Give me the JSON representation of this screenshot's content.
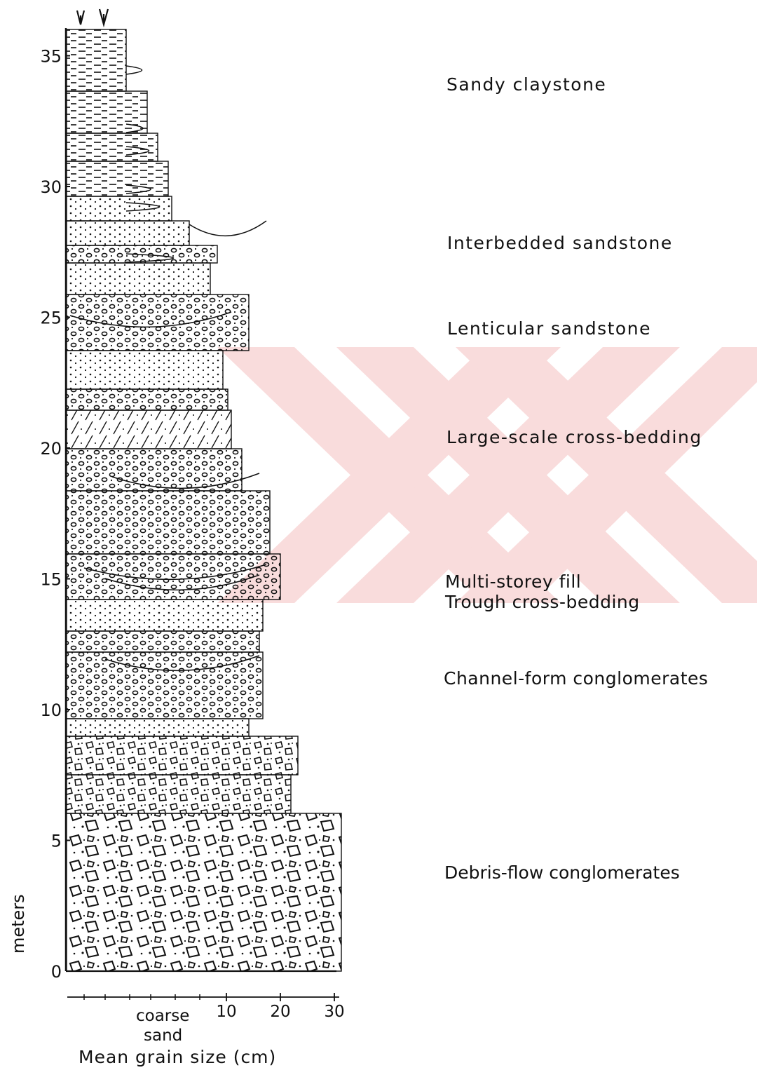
{
  "watermark": {
    "color": "#f7d3d3"
  },
  "y_axis": {
    "label": "meters",
    "ticks": [
      {
        "value": 0,
        "label": "0"
      },
      {
        "value": 5,
        "label": "5"
      },
      {
        "value": 10,
        "label": "10"
      },
      {
        "value": 15,
        "label": "15"
      },
      {
        "value": 20,
        "label": "20"
      },
      {
        "value": 25,
        "label": "25"
      },
      {
        "value": 30,
        "label": "30"
      },
      {
        "value": 35,
        "label": "35"
      }
    ]
  },
  "x_axis": {
    "label": "Mean grain size (cm)",
    "coarse_label_line1": "coarse",
    "coarse_label_line2": "sand",
    "ticks": [
      {
        "value": 10,
        "label": "10"
      },
      {
        "value": 20,
        "label": "20"
      },
      {
        "value": 30,
        "label": "30"
      }
    ]
  },
  "facies": [
    {
      "name": "sandy-claystone",
      "text": "Sandy claystone"
    },
    {
      "name": "interbedded-sandstone",
      "text": "Interbedded sandstone"
    },
    {
      "name": "lenticular-sandstone",
      "text": "Lenticular sandstone"
    },
    {
      "name": "large-scale-cross-bedding",
      "text": "Large-scale cross-bedding"
    },
    {
      "name": "multi-storey-fill",
      "text": "Multi-storey fill"
    },
    {
      "name": "trough-cross-bedding",
      "text": "Trough cross-bedding"
    },
    {
      "name": "channel-form-conglomerates",
      "text": "Channel-form conglomerates"
    },
    {
      "name": "debris-flow-conglomerates",
      "text": "Debris-flow conglomerates"
    }
  ]
}
